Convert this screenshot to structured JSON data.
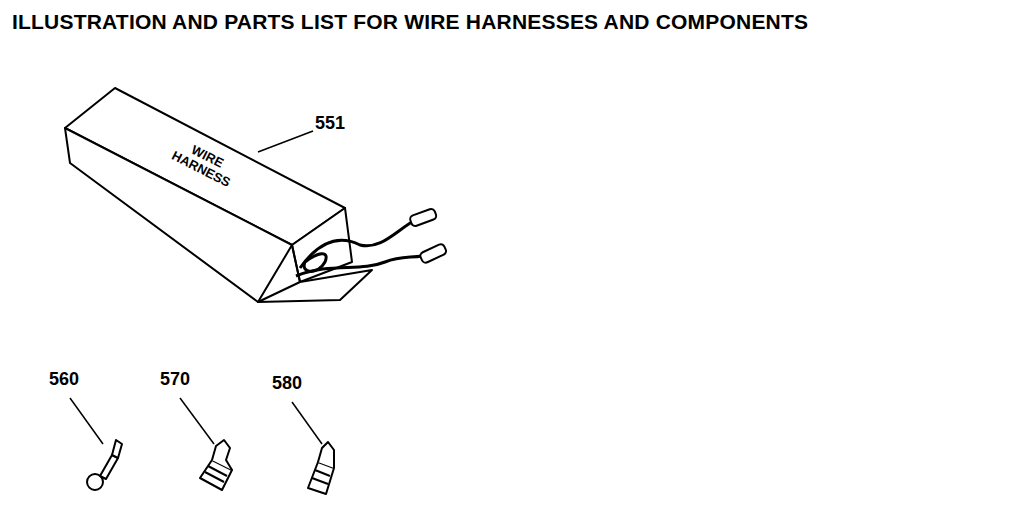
{
  "diagram": {
    "title": "ILLUSTRATION AND PARTS LIST FOR WIRE HARNESSES AND COMPONENTS",
    "labels": [
      "551",
      "WIRE HARNESS",
      "560",
      "570",
      "580"
    ]
  }
}
